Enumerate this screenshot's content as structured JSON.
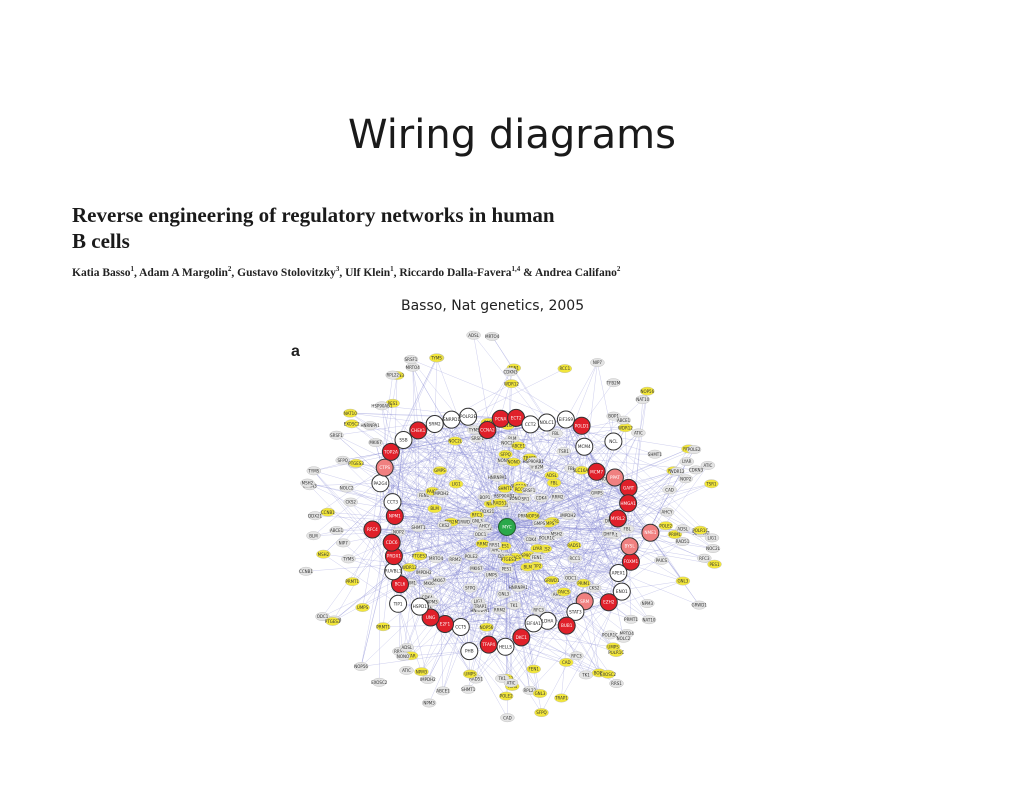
{
  "slide": {
    "title": "Wiring diagrams"
  },
  "paper": {
    "title_line1": "Reverse engineering of regulatory networks in human",
    "title_line2": "B cells",
    "authors": [
      {
        "name": "Katia Basso",
        "aff": "1"
      },
      {
        "name": "Adam A Margolin",
        "aff": "2"
      },
      {
        "name": "Gustavo Stolovitzky",
        "aff": "3"
      },
      {
        "name": "Ulf Klein",
        "aff": "1"
      },
      {
        "name": "Riccardo Dalla-Favera",
        "aff": "1,4"
      },
      {
        "name": "Andrea Califano",
        "aff": "2"
      }
    ]
  },
  "citation": "Basso, Nat genetics, 2005",
  "figure": {
    "panel_label": "a",
    "colors": {
      "edge": "#7b7fd0",
      "hub_red": "#e0202a",
      "hub_pink": "#f08080",
      "hub_open": "#ffffff",
      "center_green": "#2aa84a",
      "leaf_yellow": "#f2e63a",
      "leaf_grey": "#e4e4e4"
    },
    "nodes": {
      "center": "MYC",
      "red_hubs": [
        "BUB1",
        "TOP2A",
        "ECT2",
        "MCM7",
        "CDC6",
        "MYBL2",
        "E2F1",
        "CCNA2",
        "PRDX1",
        "FOXM1",
        "NPM1",
        "HMGA1",
        "BCL6",
        "TFAP4",
        "CHEK1",
        "UNG",
        "POLD1",
        "PCNA",
        "DKC1",
        "GART",
        "EZH2",
        "RFC4"
      ],
      "pink_hubs": [
        "PPAT",
        "SRM",
        "BYSL",
        "CTPS",
        "NME1"
      ],
      "open_hubs": [
        "HELLS",
        "TIP1",
        "NOLC1",
        "STAT3",
        "SSB",
        "ENO1",
        "PHB",
        "SRM2",
        "HSPD1",
        "NCL",
        "APEX1",
        "RUVBL1",
        "LDHA",
        "CCT2",
        "CCT5",
        "CCT3",
        "POLR2E",
        "EIF4A1",
        "EIF3S9",
        "SNRPD1",
        "PA2G4",
        "MCM4"
      ],
      "leaf_labels": [
        "FBL",
        "SLC16A1",
        "AHCY",
        "NOP56",
        "PAICS",
        "TSR1",
        "GNL3",
        "RRS1",
        "POLR1C",
        "NPM3",
        "TFB2M",
        "MRTO4",
        "PES1",
        "WDR12",
        "ABCE1",
        "CDK4",
        "ODC1",
        "SHMT1",
        "IMPDH2",
        "TYMS",
        "DHFR",
        "RCC1",
        "MKI67",
        "PTGES3",
        "TRAP1",
        "HSP90AB1",
        "CKS2",
        "CCNB1",
        "CDKN3",
        "RRM2",
        "TK1",
        "PRIM1",
        "POLE2",
        "RFC3",
        "MSH2",
        "FEN1",
        "LIG1",
        "RAD51",
        "BLM",
        "ATIC",
        "UMPS",
        "CAD",
        "ADSL",
        "GMPS",
        "SRSF1",
        "HNRNPA1",
        "SFPQ",
        "NONO",
        "PRMT1",
        "NOLC2",
        "BOP1",
        "LYAR",
        "EXOSC2",
        "DDX21",
        "NOP2",
        "GRWD1",
        "NIP7",
        "RPL22",
        "NAT10",
        "NOC2L"
      ]
    }
  }
}
